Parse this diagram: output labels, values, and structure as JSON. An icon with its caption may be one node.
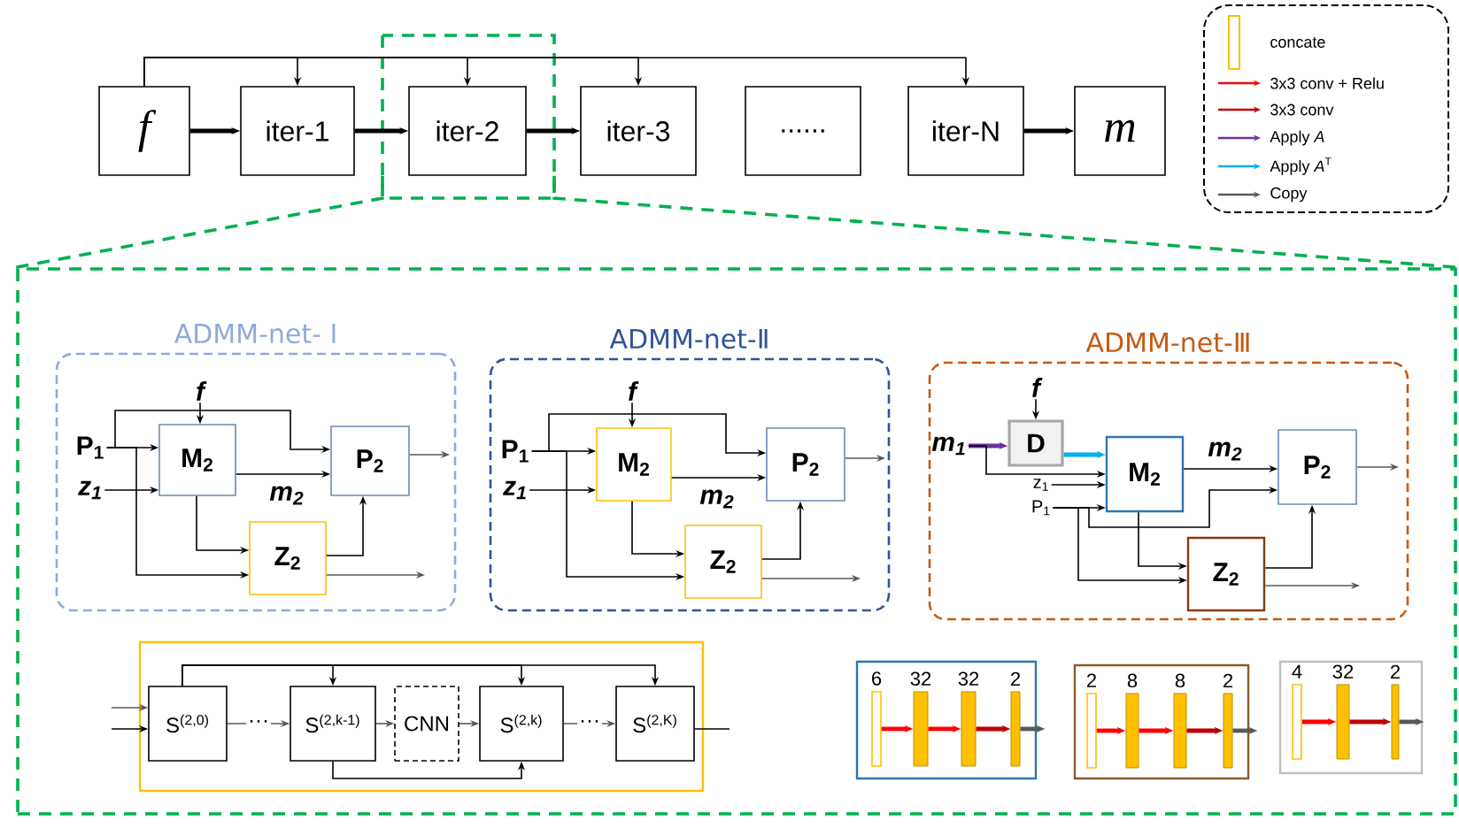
{
  "diagram": {
    "nodes": [
      {
        "text": [
          "f"
        ]
      },
      {
        "text": [
          "iter-1"
        ]
      },
      {
        "text": [
          "iter-2"
        ]
      },
      {
        "text": [
          "iter-3"
        ]
      },
      {
        "text": [
          "......"
        ]
      },
      {
        "text": [
          "iter-N"
        ]
      },
      {
        "text": [
          "m"
        ]
      },
      {
        "text": [],
        "shape": "box"
      },
      {
        "text": [
          "ADMM-net- Ⅰ"
        ],
        "in": 7
      },
      {
        "text": [
          "f"
        ],
        "in": 8
      },
      {
        "text": [
          "P$_{1}$"
        ],
        "in": 8
      },
      {
        "text": [
          "z$_{1}$"
        ],
        "in": 8
      },
      {
        "text": [
          "M$_{2}$"
        ],
        "in": 8
      },
      {
        "text": [
          "P$_{2}$"
        ],
        "in": 8
      },
      {
        "text": [
          "Z$_{2}$"
        ],
        "in": 8
      },
      {
        "text": [
          "ADMM-net-Ⅱ"
        ],
        "in": 7
      },
      {
        "text": [
          "f"
        ],
        "in": 15
      },
      {
        "text": [
          "P$_{1}$"
        ],
        "in": 15
      },
      {
        "text": [
          "z$_{1}$"
        ],
        "in": 15
      },
      {
        "text": [
          "M$_{2}$"
        ],
        "in": 15
      },
      {
        "text": [
          "P$_{2}$"
        ],
        "in": 15
      },
      {
        "text": [
          "Z$_{2}$"
        ],
        "in": 15
      },
      {
        "text": [
          "ADMM-net-Ⅲ"
        ],
        "in": 7
      },
      {
        "text": [
          "f"
        ],
        "in": 22
      },
      {
        "text": [
          "m$_{1}$"
        ],
        "in": 22
      },
      {
        "text": [
          "D"
        ],
        "in": 22
      },
      {
        "text": [
          "z$_{1}$"
        ],
        "in": 22
      },
      {
        "text": [
          "P$_{1}$"
        ],
        "in": 22
      },
      {
        "text": [
          "M$_{2}$"
        ],
        "in": 22
      },
      {
        "text": [
          "P$_{2}$"
        ],
        "in": 22
      },
      {
        "text": [
          "Z$_{2}$"
        ],
        "in": 22
      },
      {
        "text": [],
        "shape": "box",
        "in": 7
      },
      {
        "text": [
          "S$^{(2,0)}$"
        ],
        "in": 31
      },
      {
        "text": [
          "S$^{(2,k-1)}$"
        ],
        "in": 31
      },
      {
        "text": [
          "CNN"
        ],
        "in": 31
      },
      {
        "text": [
          "S$^{(2,k)}$"
        ],
        "in": 31
      },
      {
        "text": [
          "S$^{(2,K)}$"
        ],
        "in": 31
      },
      {
        "text": [],
        "shape": "box",
        "in": 7
      },
      {
        "text": [],
        "shape": "bar",
        "beside": [
          "6"
        ],
        "in": 37
      },
      {
        "text": [],
        "shape": "bar",
        "beside": [
          "32"
        ],
        "in": 37
      },
      {
        "text": [],
        "shape": "bar",
        "beside": [
          "32"
        ],
        "in": 37
      },
      {
        "text": [],
        "shape": "bar",
        "beside": [
          "2"
        ],
        "in": 37
      },
      {
        "text": [],
        "shape": "box",
        "in": 7
      },
      {
        "text": [],
        "shape": "bar",
        "beside": [
          "2"
        ],
        "in": 42
      },
      {
        "text": [],
        "shape": "bar",
        "beside": [
          "8"
        ],
        "in": 42
      },
      {
        "text": [],
        "shape": "bar",
        "beside": [
          "8"
        ],
        "in": 42
      },
      {
        "text": [],
        "shape": "bar",
        "beside": [
          "2"
        ],
        "in": 42
      },
      {
        "text": [],
        "shape": "box",
        "in": 7
      },
      {
        "text": [],
        "shape": "bar",
        "beside": [
          "4"
        ],
        "in": 47
      },
      {
        "text": [],
        "shape": "bar",
        "beside": [
          "32"
        ],
        "in": 47
      },
      {
        "text": [],
        "shape": "bar",
        "beside": [
          "2"
        ],
        "in": 47
      }
    ],
    "edges": [
      {
        "from": 0,
        "to": 1,
        "arrow": "to",
        "style": "thick"
      },
      {
        "from": 1,
        "to": 2,
        "arrow": "to",
        "style": "thick"
      },
      {
        "from": 2,
        "to": 3,
        "arrow": "to",
        "style": "thick"
      },
      {
        "from": 5,
        "to": 6,
        "arrow": "to",
        "style": "thick"
      },
      {
        "from": 0,
        "to": 1,
        "arrow": "to"
      },
      {
        "from": 0,
        "to": 2,
        "arrow": "to"
      },
      {
        "from": 0,
        "to": 3,
        "arrow": "to"
      },
      {
        "from": 0,
        "to": 5,
        "arrow": "to"
      },
      {
        "from": 9,
        "to": 12,
        "arrow": "to"
      },
      {
        "from": 10,
        "to": 12,
        "arrow": "to"
      },
      {
        "from": 10,
        "to": 13,
        "arrow": "to"
      },
      {
        "from": 10,
        "to": 14,
        "arrow": "to"
      },
      {
        "from": 11,
        "to": 12,
        "arrow": "to"
      },
      {
        "from": 12,
        "to": 13,
        "arrow": "to",
        "label": "m$_{2}$"
      },
      {
        "from": 12,
        "to": 14,
        "arrow": "to"
      },
      {
        "from": 14,
        "to": 13,
        "arrow": "to"
      },
      {
        "from": 13,
        "to": null,
        "arrow": "to",
        "color": "#595959"
      },
      {
        "from": 14,
        "to": null,
        "arrow": "to",
        "color": "#595959"
      },
      {
        "from": 16,
        "to": 19,
        "arrow": "to"
      },
      {
        "from": 17,
        "to": 19,
        "arrow": "to"
      },
      {
        "from": 17,
        "to": 20,
        "arrow": "to"
      },
      {
        "from": 17,
        "to": 21,
        "arrow": "to"
      },
      {
        "from": 18,
        "to": 19,
        "arrow": "to"
      },
      {
        "from": 19,
        "to": 20,
        "arrow": "to",
        "label": "m$_{2}$"
      },
      {
        "from": 19,
        "to": 21,
        "arrow": "to"
      },
      {
        "from": 21,
        "to": 20,
        "arrow": "to"
      },
      {
        "from": 20,
        "to": null,
        "arrow": "to",
        "color": "#595959"
      },
      {
        "from": 21,
        "to": null,
        "arrow": "to",
        "color": "#595959"
      },
      {
        "from": 23,
        "to": 25,
        "arrow": "to"
      },
      {
        "from": 24,
        "to": 25,
        "arrow": "to",
        "color": "#7030a0",
        "style": "thick"
      },
      {
        "from": 25,
        "to": 28,
        "arrow": "to",
        "color": "#00b0f0",
        "style": "thick"
      },
      {
        "from": 24,
        "to": 28,
        "arrow": "to"
      },
      {
        "from": 26,
        "to": 28,
        "arrow": "to"
      },
      {
        "from": 27,
        "to": 28,
        "arrow": "to"
      },
      {
        "from": 28,
        "to": 29,
        "arrow": "to",
        "label": "m$_{2}$"
      },
      {
        "from": 27,
        "to": 29,
        "arrow": "to"
      },
      {
        "from": 27,
        "to": 30,
        "arrow": "to"
      },
      {
        "from": 28,
        "to": 30,
        "arrow": "to"
      },
      {
        "from": 30,
        "to": 29,
        "arrow": "to"
      },
      {
        "from": 29,
        "to": null,
        "arrow": "to",
        "color": "#595959"
      },
      {
        "from": 30,
        "to": null,
        "arrow": "to",
        "color": "#595959"
      },
      {
        "from": null,
        "to": 32,
        "arrow": "to",
        "color": "#595959"
      },
      {
        "from": null,
        "to": 32,
        "arrow": "to"
      },
      {
        "from": 32,
        "to": 33,
        "arrow": "to",
        "label": "···",
        "color": "#595959"
      },
      {
        "from": 33,
        "to": 34,
        "arrow": "to",
        "color": "#595959"
      },
      {
        "from": 34,
        "to": 35,
        "arrow": "to",
        "color": "#595959"
      },
      {
        "from": 35,
        "to": 36,
        "arrow": "to",
        "label": "···",
        "color": "#595959"
      },
      {
        "from": 32,
        "to": 33,
        "arrow": "to"
      },
      {
        "from": 32,
        "to": 35,
        "arrow": "to"
      },
      {
        "from": 32,
        "to": 36,
        "arrow": "to"
      },
      {
        "from": 33,
        "to": 35,
        "arrow": "to"
      },
      {
        "from": 36,
        "to": null,
        "arrow": "none"
      },
      {
        "from": 38,
        "to": 39,
        "arrow": "to",
        "color": "#ff0000",
        "style": "thick"
      },
      {
        "from": 39,
        "to": 40,
        "arrow": "to",
        "color": "#ff0000",
        "style": "thick"
      },
      {
        "from": 40,
        "to": 41,
        "arrow": "to",
        "color": "#c00000",
        "style": "thick"
      },
      {
        "from": 41,
        "to": null,
        "arrow": "to",
        "color": "#595959",
        "style": "thick"
      },
      {
        "from": 43,
        "to": 44,
        "arrow": "to",
        "color": "#ff0000",
        "style": "thick"
      },
      {
        "from": 44,
        "to": 45,
        "arrow": "to",
        "color": "#ff0000",
        "style": "thick"
      },
      {
        "from": 45,
        "to": 46,
        "arrow": "to",
        "color": "#c00000",
        "style": "thick"
      },
      {
        "from": 46,
        "to": null,
        "arrow": "to",
        "color": "#595959",
        "style": "thick"
      },
      {
        "from": 48,
        "to": 49,
        "arrow": "to",
        "color": "#ff0000",
        "style": "thick"
      },
      {
        "from": 49,
        "to": 50,
        "arrow": "to",
        "color": "#c00000",
        "style": "thick"
      },
      {
        "from": 50,
        "to": null,
        "arrow": "to",
        "color": "#595959",
        "style": "thick"
      },
      {
        "from": 2,
        "to": 7,
        "arrow": "none",
        "style": "dashed",
        "color": "#00b050"
      },
      {
        "from": 2,
        "to": 7,
        "arrow": "none",
        "style": "dashed",
        "color": "#00b050"
      }
    ],
    "legend": [
      {
        "text": "concate"
      },
      {
        "text": "3x3 conv + Relu"
      },
      {
        "text": "3x3 conv"
      },
      {
        "text": "Apply *A*"
      },
      {
        "text": "Apply *A*$^{T}$"
      },
      {
        "text": "Copy"
      }
    ]
  }
}
